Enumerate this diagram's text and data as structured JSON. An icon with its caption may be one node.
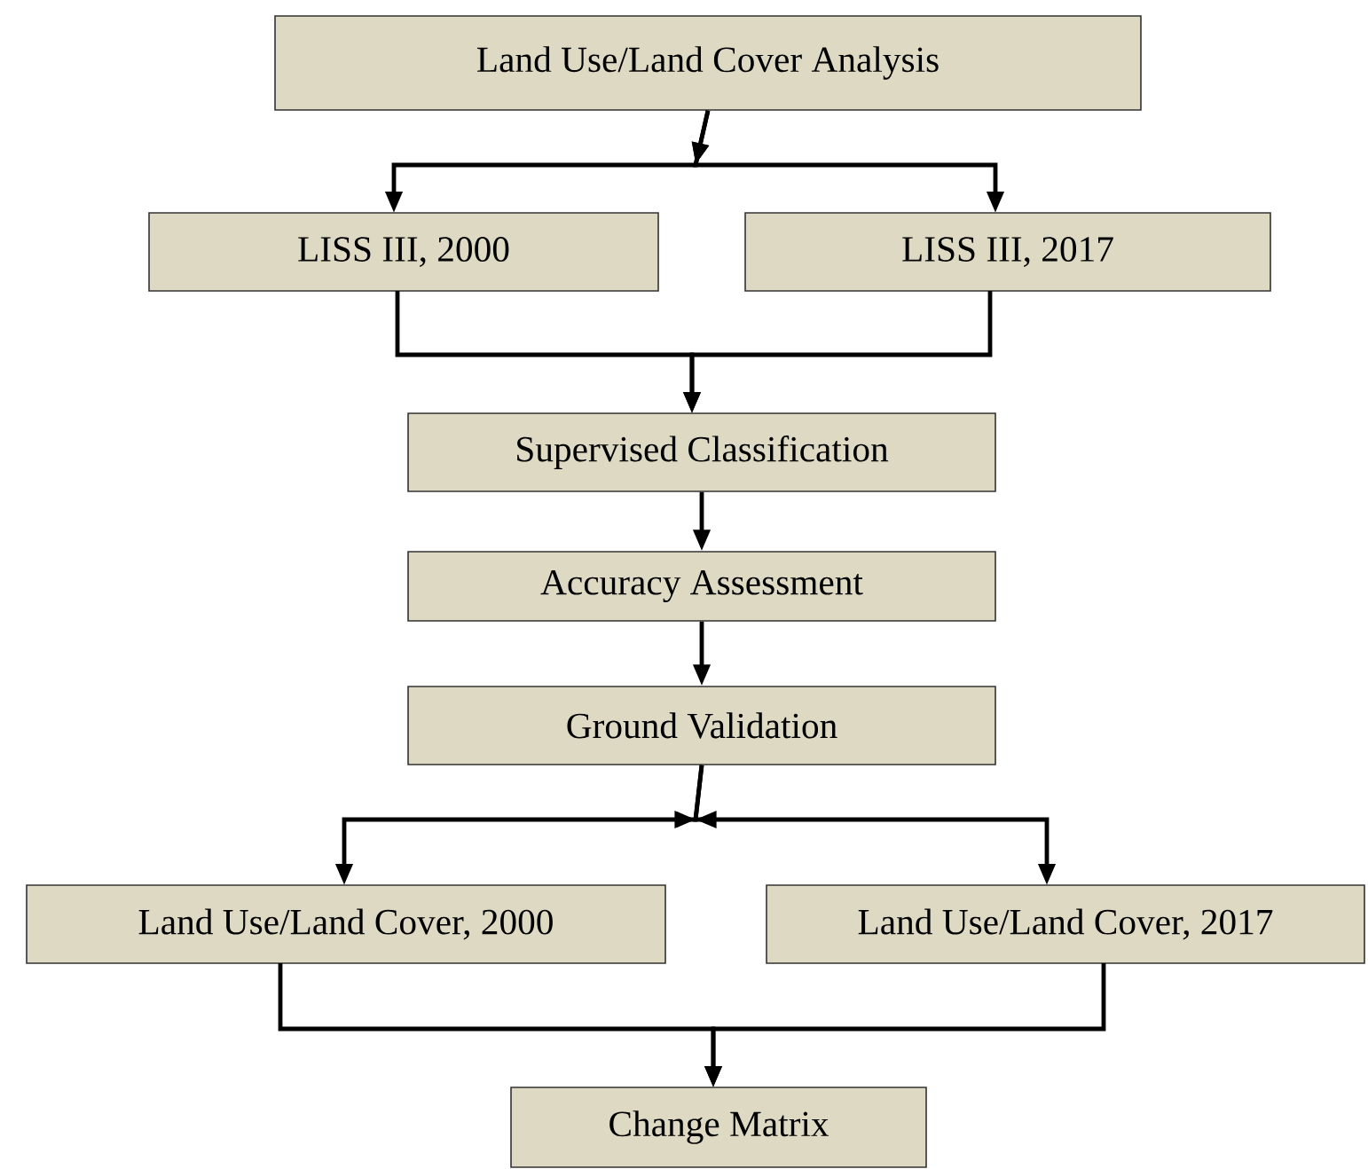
{
  "diagram": {
    "nodes": [
      {
        "text": [
          "Land Use/Land Cover Analysis"
        ]
      },
      {
        "text": [
          "LISS III, 2000"
        ]
      },
      {
        "text": [
          "LISS III, 2017"
        ]
      },
      {
        "text": [
          "Supervised Classification"
        ]
      },
      {
        "text": [
          "Accuracy Assessment"
        ]
      },
      {
        "text": [
          "Ground Validation"
        ]
      },
      {
        "text": [
          "Land Use/Land Cover, 2000"
        ]
      },
      {
        "text": [
          "Land Use/Land Cover, 2017"
        ]
      },
      {
        "text": [
          "Change Matrix"
        ]
      }
    ],
    "edges": [
      {
        "from": 0,
        "to": 1,
        "arrow": "to"
      },
      {
        "from": 0,
        "to": 2,
        "arrow": "to"
      },
      {
        "from": 1,
        "to": 3,
        "arrow": "to"
      },
      {
        "from": 2,
        "to": 3,
        "arrow": "to"
      },
      {
        "from": 3,
        "to": 4,
        "arrow": "to"
      },
      {
        "from": 4,
        "to": 5,
        "arrow": "to"
      },
      {
        "from": 5,
        "to": 6,
        "arrow": "to"
      },
      {
        "from": 5,
        "to": 7,
        "arrow": "to"
      },
      {
        "from": 6,
        "to": 8,
        "arrow": "to"
      },
      {
        "from": 7,
        "to": 8,
        "arrow": "to"
      }
    ]
  }
}
